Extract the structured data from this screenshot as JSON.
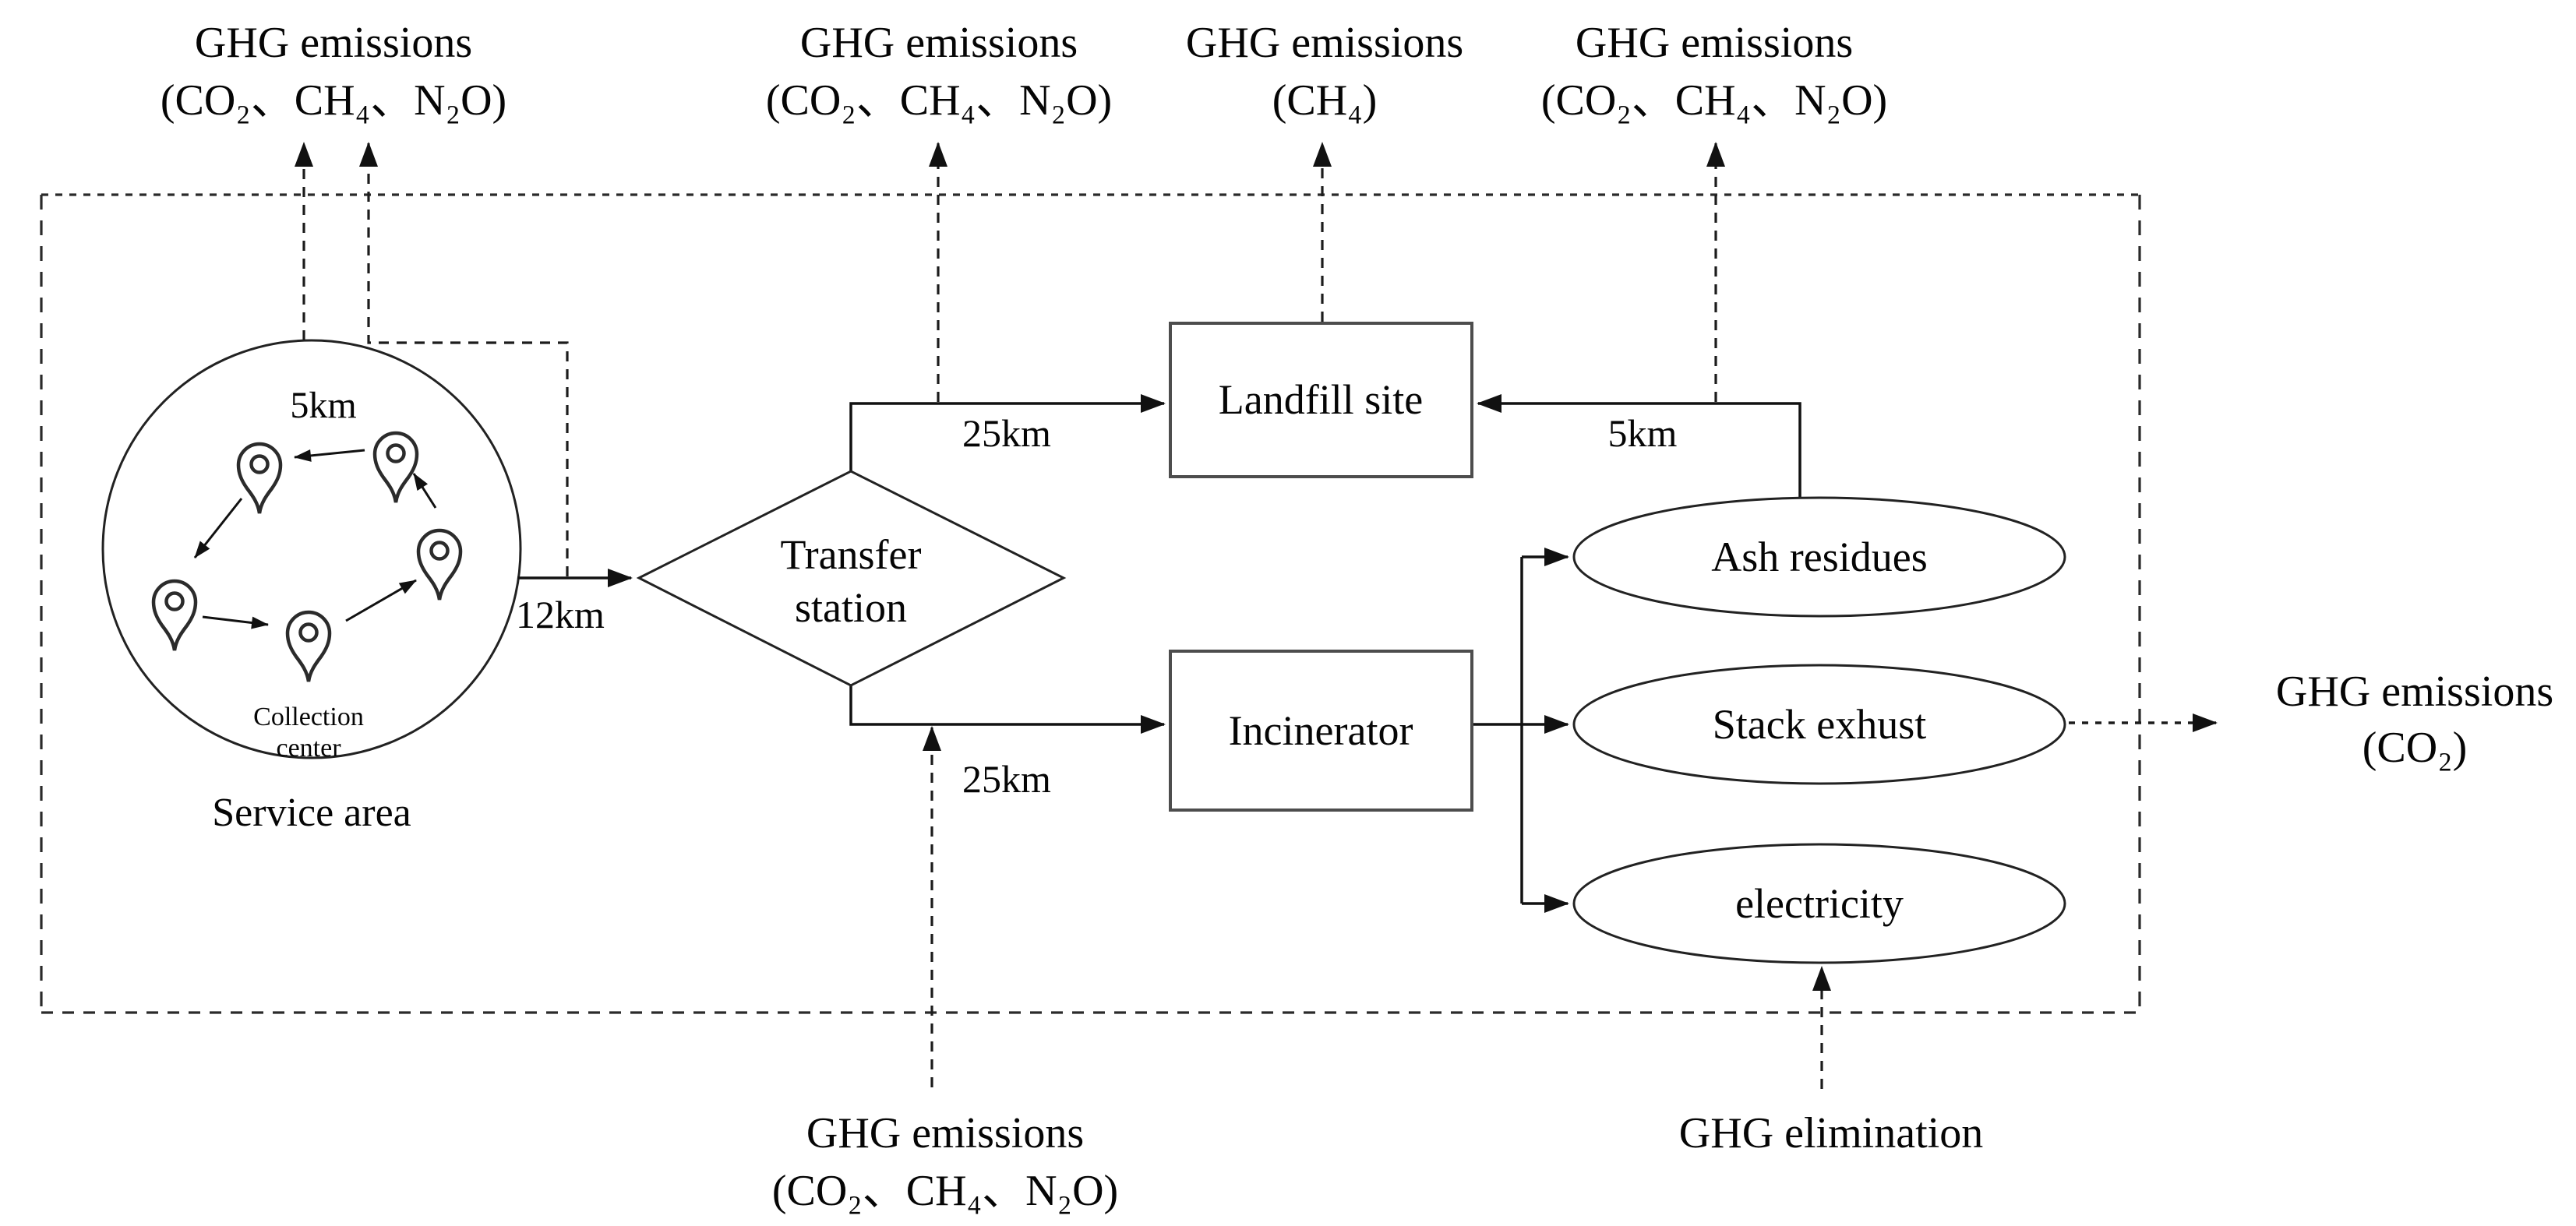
{
  "figure": {
    "top_labels": [
      {
        "line1": "GHG emissions",
        "line2": "(CO₂、CH₄、N₂O)"
      },
      {
        "line1": "GHG emissions",
        "line2": "(CO₂、CH₄、N₂O)"
      },
      {
        "line1": "GHG emissions",
        "line2": "(CH₄)"
      },
      {
        "line1": "GHG emissions",
        "line2": "(CO₂、CH₄、N₂O)"
      }
    ],
    "right_label": {
      "line1": "GHG emissions",
      "line2": "(CO₂)"
    },
    "bottom_label": {
      "line1": "GHG emissions",
      "line2": "(CO₂、CH₄、N₂O)"
    },
    "elimination_label": "GHG elimination",
    "service_area": {
      "name": "Service area",
      "route_distance": "5km",
      "collection_line1": "Collection",
      "collection_line2": "center"
    },
    "transfer_station": {
      "line1": "Transfer",
      "line2": "station"
    },
    "landfill": "Landfill site",
    "incinerator": "Incinerator",
    "outputs": {
      "ash": "Ash residues",
      "stack": "Stack exhust",
      "electricity": "electricity"
    },
    "distances": {
      "service_to_transfer": "12km",
      "transfer_to_landfill": "25km",
      "transfer_to_incinerator": "25km",
      "ash_to_landfill": "5km"
    }
  },
  "colors": {
    "line": "#1c1c1c",
    "box_stroke": "#4d4d4d",
    "background": "#ffffff"
  }
}
